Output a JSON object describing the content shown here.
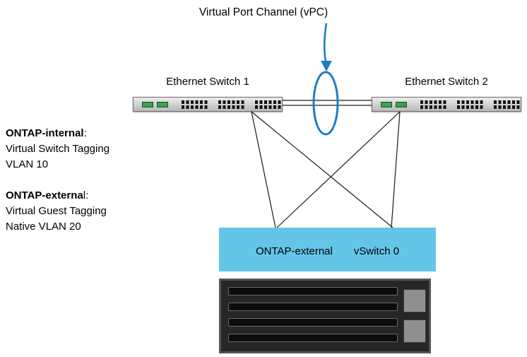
{
  "title": "Virtual Port Channel (vPC)",
  "switch1": {
    "label": "Ethernet Switch 1"
  },
  "switch2": {
    "label": "Ethernet Switch 2"
  },
  "annotation": {
    "internal_title_bold": "ONTAP-internal",
    "internal_title_rest": ":",
    "internal_line1": "Virtual Switch Tagging",
    "internal_line2": "VLAN 10",
    "external_title_bold": "ONTAP-externa",
    "external_title_rest": "l:",
    "external_line1": "Virtual Guest Tagging",
    "external_line2": "Native VLAN 20"
  },
  "vswitch": {
    "portgroup_label": "ONTAP-external",
    "switch_label": "vSwitch 0"
  },
  "colors": {
    "vpc_blue": "#1f7dc2",
    "vswitch_fill": "#63c6e8",
    "switch_body": "#cbcbcb",
    "switch_border": "#6e6e6e",
    "led_green": "#3f9e4d",
    "line_black": "#1a1a1a",
    "chassis_body": "#262626",
    "chassis_border": "#555555",
    "psu_gray": "#8f8f8f"
  }
}
